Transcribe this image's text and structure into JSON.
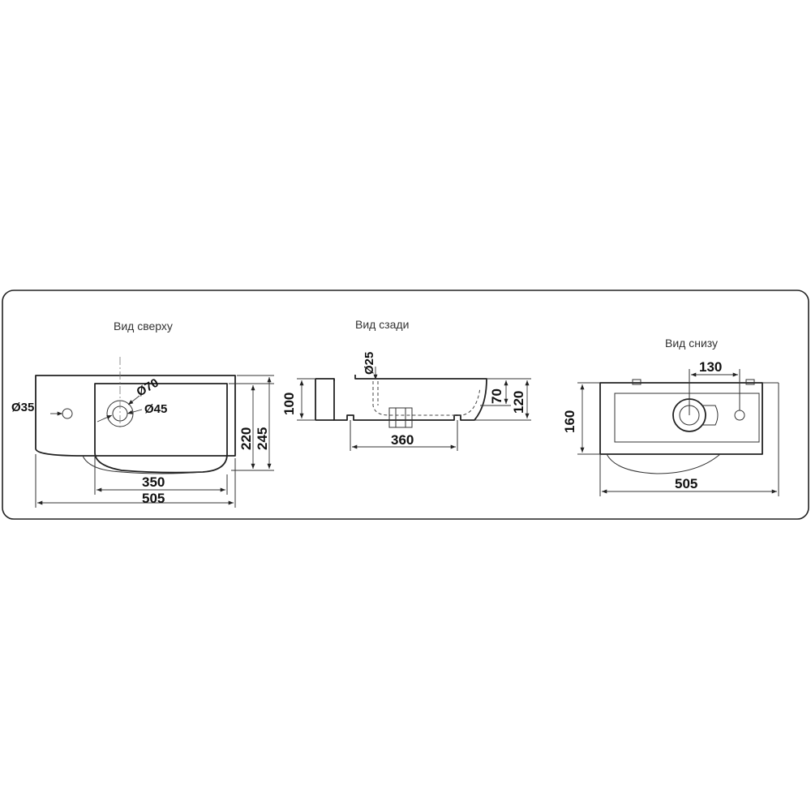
{
  "views": {
    "top": {
      "title": "Вид сверху",
      "dims": {
        "tap_hole": "Ø35",
        "drain_outer": "Ø70",
        "drain_inner": "Ø45",
        "bowl_depth": "220",
        "total_depth": "245",
        "bowl_width": "350",
        "total_width": "505"
      }
    },
    "back": {
      "title": "Вид сзади",
      "dims": {
        "pipe": "Ø25",
        "height_left": "100",
        "mount_spacing": "360",
        "height_inner": "70",
        "height_right": "120"
      }
    },
    "bottom": {
      "title": "Вид снизу",
      "dims": {
        "hole_spacing": "130",
        "depth": "160",
        "width": "505"
      }
    }
  }
}
